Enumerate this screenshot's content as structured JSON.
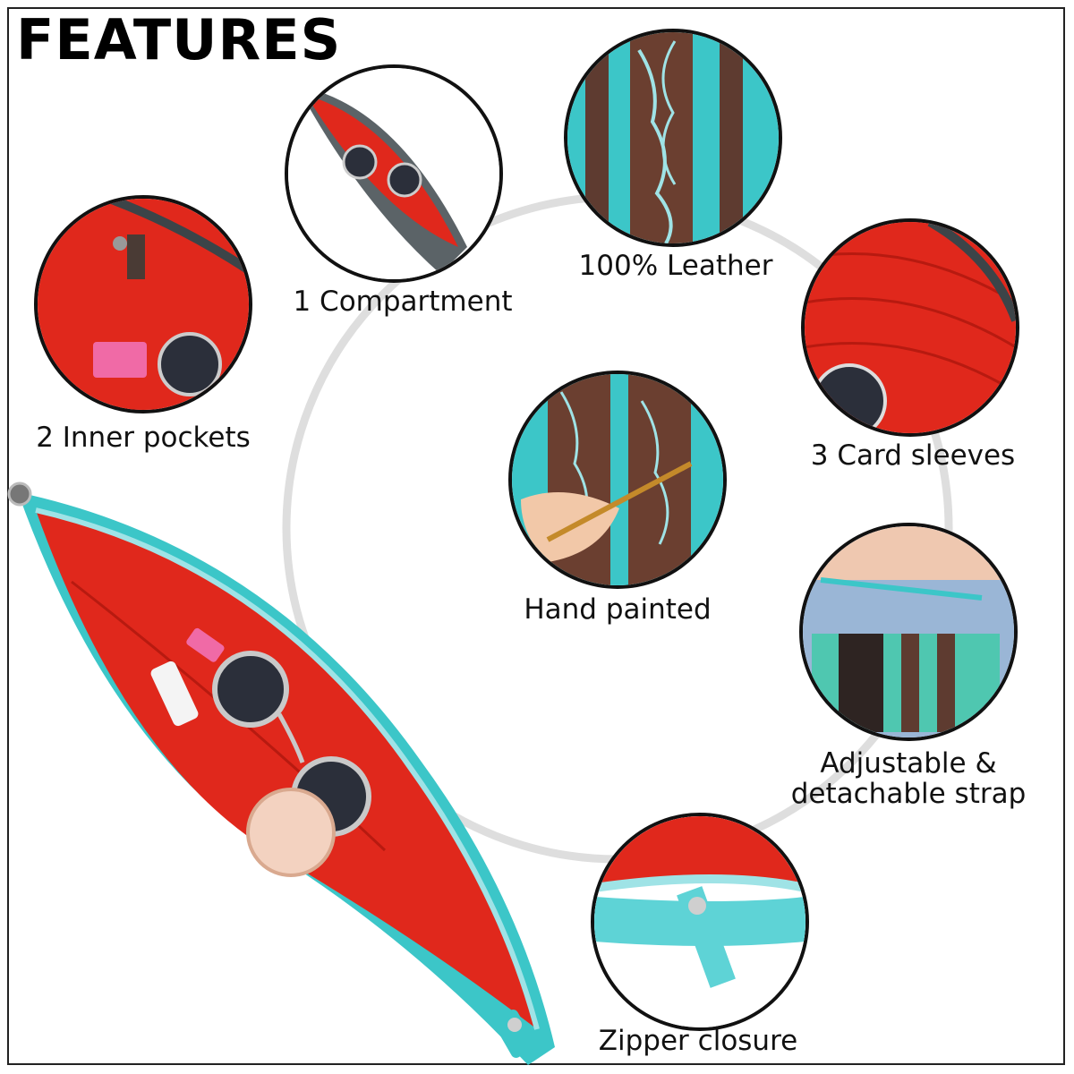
{
  "heading": "FEATURES",
  "colors": {
    "lining_red": "#e0281c",
    "turquoise": "#3cc6c8",
    "brown_leather": "#5e3b30",
    "ring_gray": "#dedede"
  },
  "features": [
    {
      "id": "compartment",
      "label": "1 Compartment",
      "image": "open-compartment-photo"
    },
    {
      "id": "leather",
      "label": "100% Leather",
      "image": "tooled-leather-photo"
    },
    {
      "id": "pockets",
      "label": "2 Inner pockets",
      "image": "inner-pockets-photo"
    },
    {
      "id": "sleeves",
      "label": "3 Card sleeves",
      "image": "card-sleeves-photo"
    },
    {
      "id": "painted",
      "label": "Hand painted",
      "image": "hand-painting-photo"
    },
    {
      "id": "strap",
      "label_line1": "Adjustable &",
      "label_line2": "detachable strap",
      "image": "strap-worn-photo"
    },
    {
      "id": "zipper",
      "label": "Zipper closure",
      "image": "zipper-closeup-photo"
    }
  ],
  "hero_image": "open-clutch-with-sunglasses-photo"
}
